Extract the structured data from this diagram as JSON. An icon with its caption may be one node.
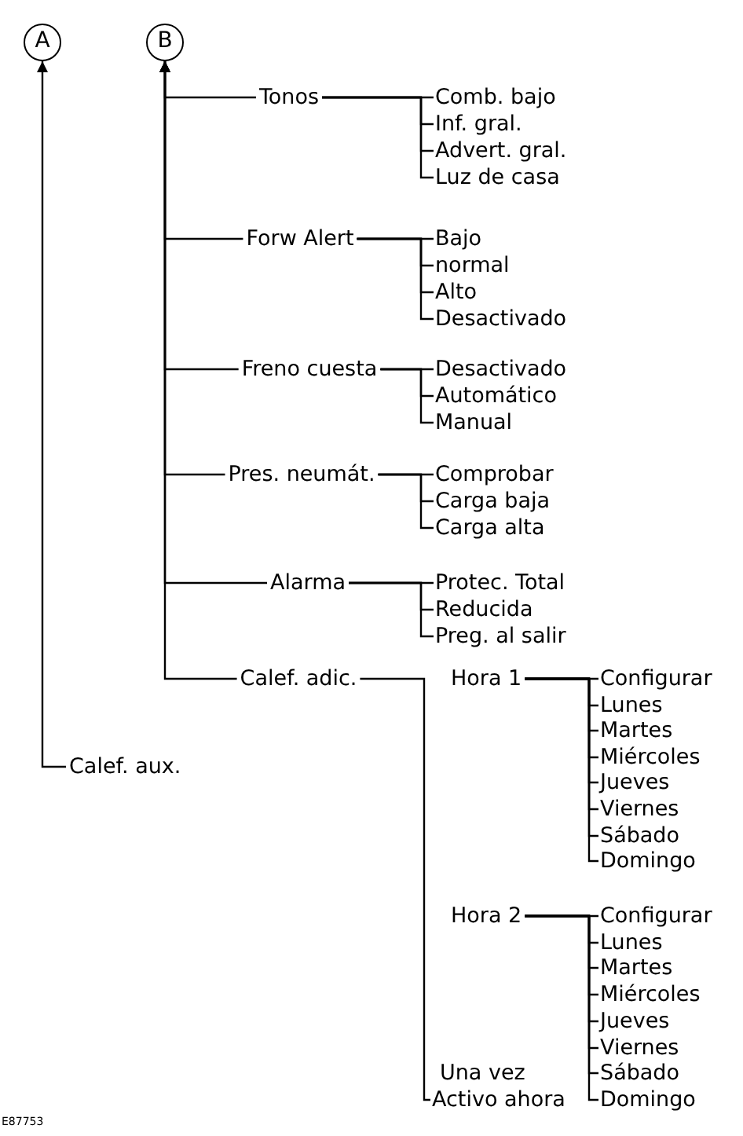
{
  "diagram": {
    "nodes": [
      {
        "text": [
          "A"
        ]
      },
      {
        "text": [
          "B"
        ]
      },
      {
        "text": [
          "Tonos"
        ]
      },
      {
        "text": [
          "Comb. bajo"
        ]
      },
      {
        "text": [
          "Inf. gral."
        ]
      },
      {
        "text": [
          "Advert. gral."
        ]
      },
      {
        "text": [
          "Luz de casa"
        ]
      },
      {
        "text": [
          "Forw Alert"
        ]
      },
      {
        "text": [
          "Bajo"
        ]
      },
      {
        "text": [
          "normal"
        ]
      },
      {
        "text": [
          "Alto"
        ]
      },
      {
        "text": [
          "Desactivado"
        ]
      },
      {
        "text": [
          "Freno cuesta"
        ]
      },
      {
        "text": [
          "Desactivado"
        ]
      },
      {
        "text": [
          "Automático"
        ]
      },
      {
        "text": [
          "Manual"
        ]
      },
      {
        "text": [
          "Pres. neumát."
        ]
      },
      {
        "text": [
          "Comprobar"
        ]
      },
      {
        "text": [
          "Carga baja"
        ]
      },
      {
        "text": [
          "Carga alta"
        ]
      },
      {
        "text": [
          "Alarma"
        ]
      },
      {
        "text": [
          "Protec. Total"
        ]
      },
      {
        "text": [
          "Reducida"
        ]
      },
      {
        "text": [
          "Preg. al salir"
        ]
      },
      {
        "text": [
          "Calef. adic."
        ]
      },
      {
        "text": [
          "Hora 1"
        ]
      },
      {
        "text": [
          "Configurar"
        ]
      },
      {
        "text": [
          "Lunes"
        ]
      },
      {
        "text": [
          "Martes"
        ]
      },
      {
        "text": [
          "Miércoles"
        ]
      },
      {
        "text": [
          "Jueves"
        ]
      },
      {
        "text": [
          "Viernes"
        ]
      },
      {
        "text": [
          "Sábado"
        ]
      },
      {
        "text": [
          "Domingo"
        ]
      },
      {
        "text": [
          "Hora 2"
        ]
      },
      {
        "text": [
          "Configurar"
        ]
      },
      {
        "text": [
          "Lunes"
        ]
      },
      {
        "text": [
          "Martes"
        ]
      },
      {
        "text": [
          "Miércoles"
        ]
      },
      {
        "text": [
          "Jueves"
        ]
      },
      {
        "text": [
          "Viernes"
        ]
      },
      {
        "text": [
          "Sábado"
        ]
      },
      {
        "text": [
          "Domingo"
        ]
      },
      {
        "text": [
          "Una vez"
        ]
      },
      {
        "text": [
          "Activo ahora"
        ]
      },
      {
        "text": [
          "Calef. aux."
        ]
      }
    ],
    "edges": [
      {
        "from": 2,
        "to": 1,
        "arrow": "to"
      },
      {
        "from": 7,
        "to": 1,
        "arrow": "to"
      },
      {
        "from": 12,
        "to": 1,
        "arrow": "to"
      },
      {
        "from": 16,
        "to": 1,
        "arrow": "to"
      },
      {
        "from": 20,
        "to": 1,
        "arrow": "to"
      },
      {
        "from": 24,
        "to": 1,
        "arrow": "to"
      },
      {
        "from": 45,
        "to": 0,
        "arrow": "to"
      },
      {
        "from": 2,
        "to": 3,
        "arrow": "none"
      },
      {
        "from": 2,
        "to": 4,
        "arrow": "none"
      },
      {
        "from": 2,
        "to": 5,
        "arrow": "none"
      },
      {
        "from": 2,
        "to": 6,
        "arrow": "none"
      },
      {
        "from": 7,
        "to": 8,
        "arrow": "none"
      },
      {
        "from": 7,
        "to": 9,
        "arrow": "none"
      },
      {
        "from": 7,
        "to": 10,
        "arrow": "none"
      },
      {
        "from": 7,
        "to": 11,
        "arrow": "none"
      },
      {
        "from": 12,
        "to": 13,
        "arrow": "none"
      },
      {
        "from": 12,
        "to": 14,
        "arrow": "none"
      },
      {
        "from": 12,
        "to": 15,
        "arrow": "none"
      },
      {
        "from": 16,
        "to": 17,
        "arrow": "none"
      },
      {
        "from": 16,
        "to": 18,
        "arrow": "none"
      },
      {
        "from": 16,
        "to": 19,
        "arrow": "none"
      },
      {
        "from": 20,
        "to": 21,
        "arrow": "none"
      },
      {
        "from": 20,
        "to": 22,
        "arrow": "none"
      },
      {
        "from": 20,
        "to": 23,
        "arrow": "none"
      },
      {
        "from": 24,
        "to": 44,
        "arrow": "none"
      },
      {
        "from": 25,
        "to": 26,
        "arrow": "none"
      },
      {
        "from": 25,
        "to": 27,
        "arrow": "none"
      },
      {
        "from": 25,
        "to": 28,
        "arrow": "none"
      },
      {
        "from": 25,
        "to": 29,
        "arrow": "none"
      },
      {
        "from": 25,
        "to": 30,
        "arrow": "none"
      },
      {
        "from": 25,
        "to": 31,
        "arrow": "none"
      },
      {
        "from": 25,
        "to": 32,
        "arrow": "none"
      },
      {
        "from": 25,
        "to": 33,
        "arrow": "none"
      },
      {
        "from": 34,
        "to": 35,
        "arrow": "none"
      },
      {
        "from": 34,
        "to": 36,
        "arrow": "none"
      },
      {
        "from": 34,
        "to": 37,
        "arrow": "none"
      },
      {
        "from": 34,
        "to": 38,
        "arrow": "none"
      },
      {
        "from": 34,
        "to": 39,
        "arrow": "none"
      },
      {
        "from": 34,
        "to": 40,
        "arrow": "none"
      },
      {
        "from": 34,
        "to": 41,
        "arrow": "none"
      },
      {
        "from": 34,
        "to": 42,
        "arrow": "none"
      }
    ],
    "labels": [
      "E87753"
    ]
  }
}
